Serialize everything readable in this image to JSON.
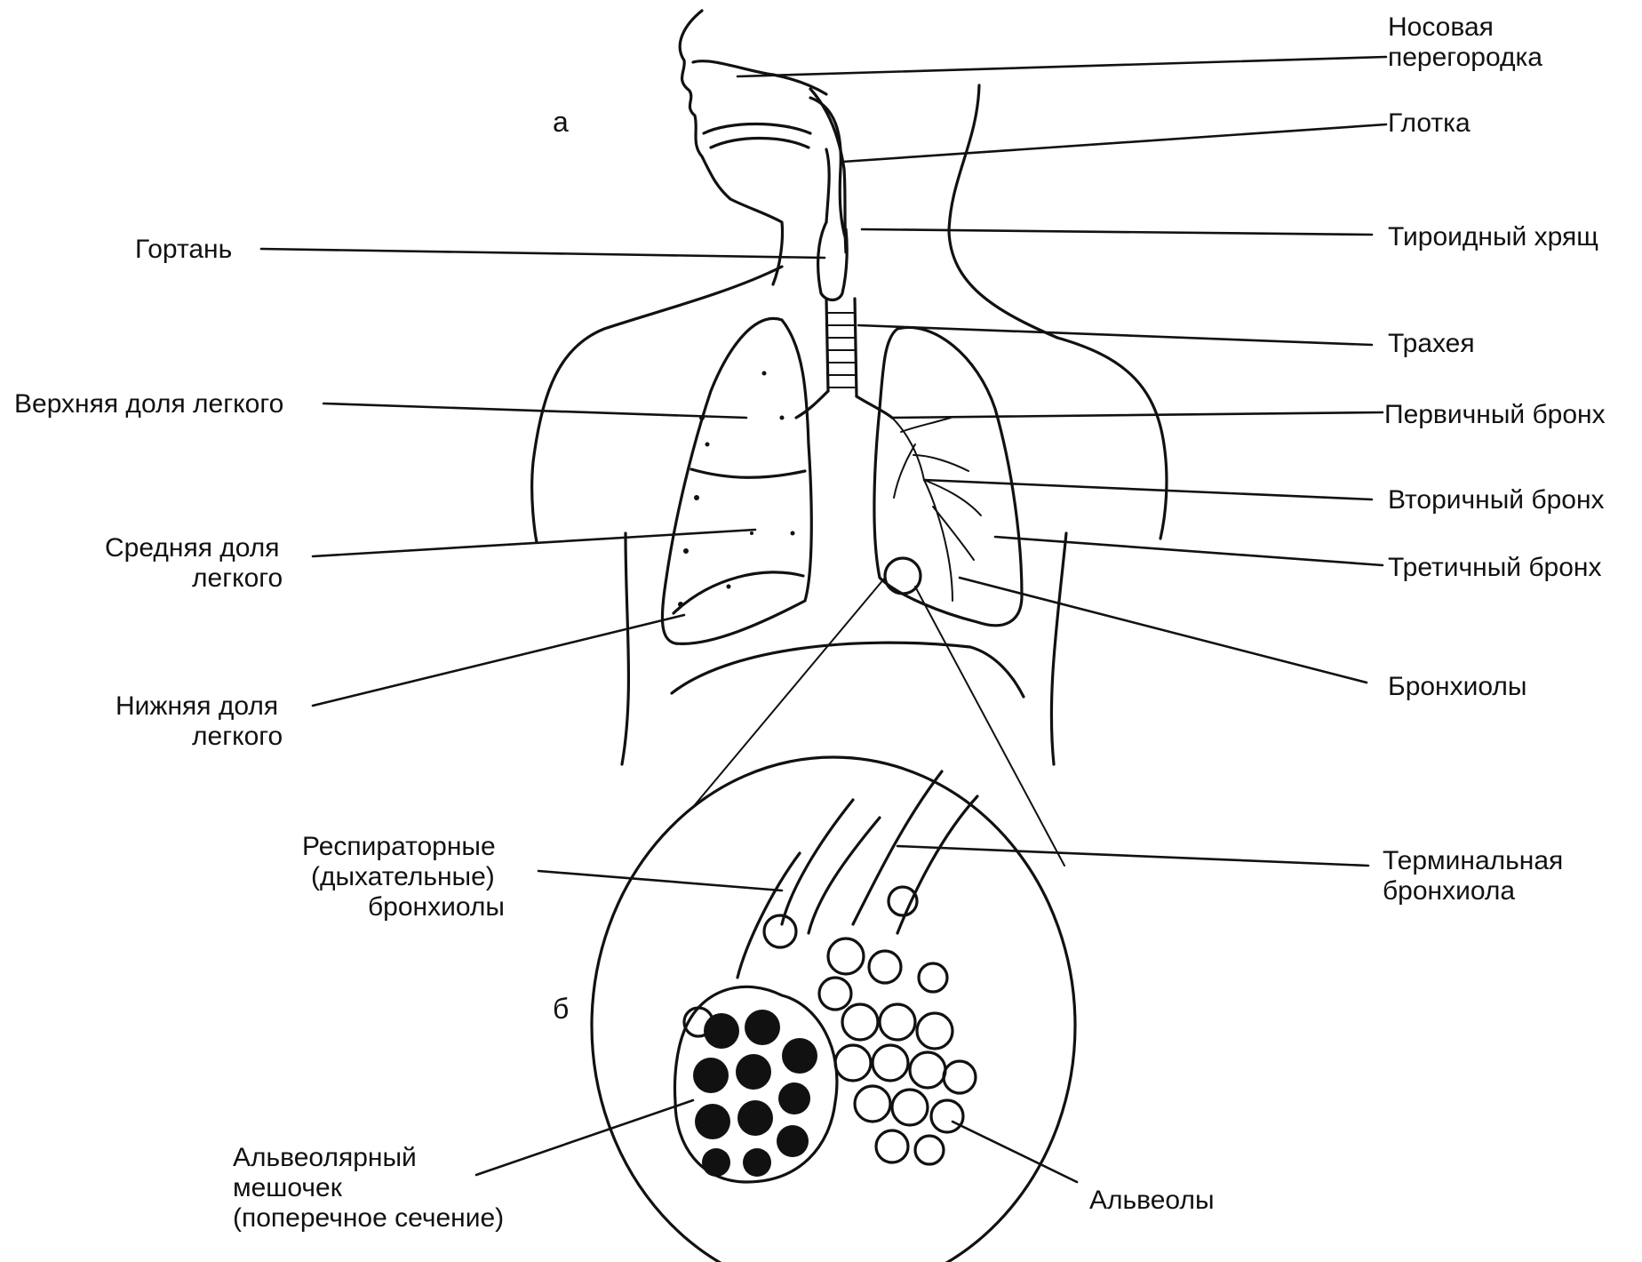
{
  "diagram": {
    "part_a_letter": "а",
    "part_b_letter": "б",
    "labels": {
      "nasal_septum": [
        "Носовая",
        "перегородка"
      ],
      "pharynx": "Глотка",
      "thyroid_cartilage": "Тироидный хрящ",
      "larynx": "Гортань",
      "trachea": "Трахея",
      "upper_lobe": "Верхняя доля легкого",
      "primary_bronchus": "Первичный бронх",
      "secondary_bronchus": "Вторичный бронх",
      "middle_lobe": [
        "Средняя доля",
        "легкого"
      ],
      "tertiary_bronchus": "Третичный бронх",
      "bronchioles": "Бронхиолы",
      "lower_lobe": [
        "Нижняя доля",
        "легкого"
      ],
      "respiratory_bronchioles": [
        "Респираторные",
        "(дыхательные)",
        "бронхиолы"
      ],
      "terminal_bronchiole": [
        "Терминальная",
        "бронхиола"
      ],
      "alveolar_sac": [
        "Альвеолярный",
        "мешочек",
        "(поперечное сечение)"
      ],
      "alveoli": "Альвеолы"
    }
  }
}
